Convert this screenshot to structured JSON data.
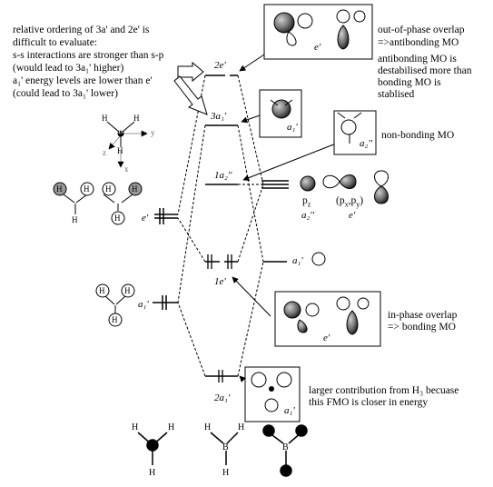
{
  "intro": {
    "line1": "relative ordering of 3a' and 2e' is",
    "line2": "difficult to evaluate:",
    "line3": "s-s interactions are stronger than s-p",
    "line4": "(would lead to 3a₁' higher)",
    "line5": "a₁' energy levels are lower than e'",
    "line6": "(could lead to 3a₁' lower)"
  },
  "levels": {
    "e2": "2e'",
    "a3": "3a₁'",
    "a1pp": "1a₂''",
    "e1": "1e'",
    "a2": "2a₁'",
    "left_e": "e'",
    "left_a": "a₁'",
    "right_a": "a₁'"
  },
  "axes": {
    "y": "y",
    "z": "z",
    "x": "x"
  },
  "atoms": {
    "H": "H",
    "B": "B"
  },
  "notes": {
    "antibonding_1": "out-of-phase overlap",
    "antibonding_2": "=>antibonding MO",
    "destab_1": "antibonding MO is",
    "destab_2": "destabilised more than",
    "destab_3": "bonding MO is",
    "destab_4": "stablised",
    "nonbonding": "non-bonding MO",
    "bonding_1": "in-phase overlap",
    "bonding_2": "=> bonding MO",
    "larger_1": "larger contribution from H₃ becuase",
    "larger_2": "this FMO is closer in energy"
  },
  "box_labels": {
    "e_top": "e'",
    "a1_top": "a₁'",
    "a2pp": "a₂''",
    "e_bottom": "e'",
    "a1_bottom": "a₁'"
  },
  "orbitals": {
    "pz": "p",
    "pz_sub": "z",
    "pz_sym": "a₂''",
    "pxy": "(p",
    "pxy_sub": "x",
    "pxy_mid": ",p",
    "pxy_sub2": "y",
    "pxy_end": ")",
    "pxy_sym": "e'"
  }
}
